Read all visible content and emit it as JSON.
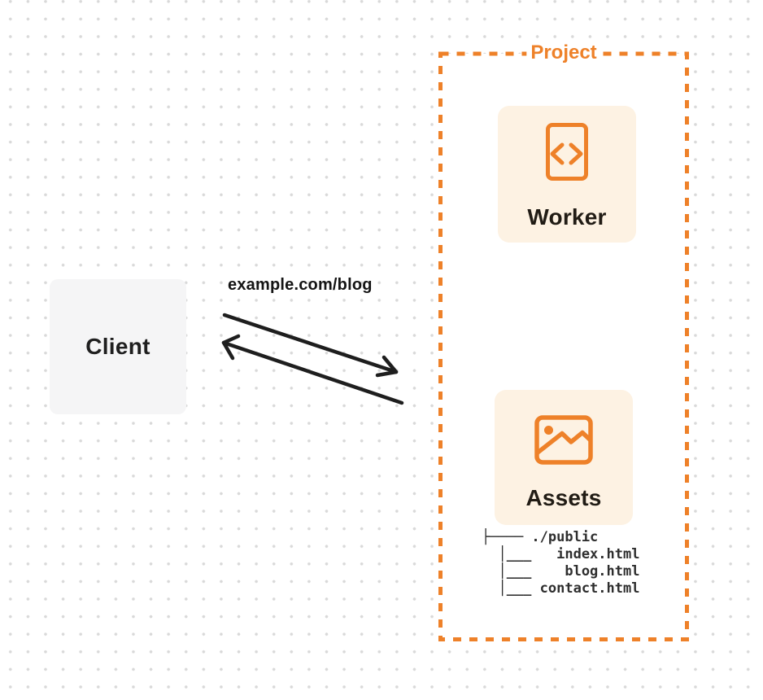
{
  "diagram": {
    "client": {
      "label": "Client"
    },
    "request_label": "example.com/blog",
    "project": {
      "title": "Project",
      "worker": {
        "label": "Worker",
        "icon": "code-file-icon"
      },
      "assets": {
        "label": "Assets",
        "icon": "image-icon",
        "file_tree": [
          "├──── ./public",
          "  │___   index.html",
          "  │___    blog.html",
          "  │___ contact.html"
        ]
      }
    },
    "colors": {
      "accent_orange": "#EE8129",
      "node_card_background": "#FDF2E3",
      "client_background": "#F5F5F6",
      "arrow_black": "#1E1E1E",
      "dot_grid": "#D9D9D9"
    }
  }
}
